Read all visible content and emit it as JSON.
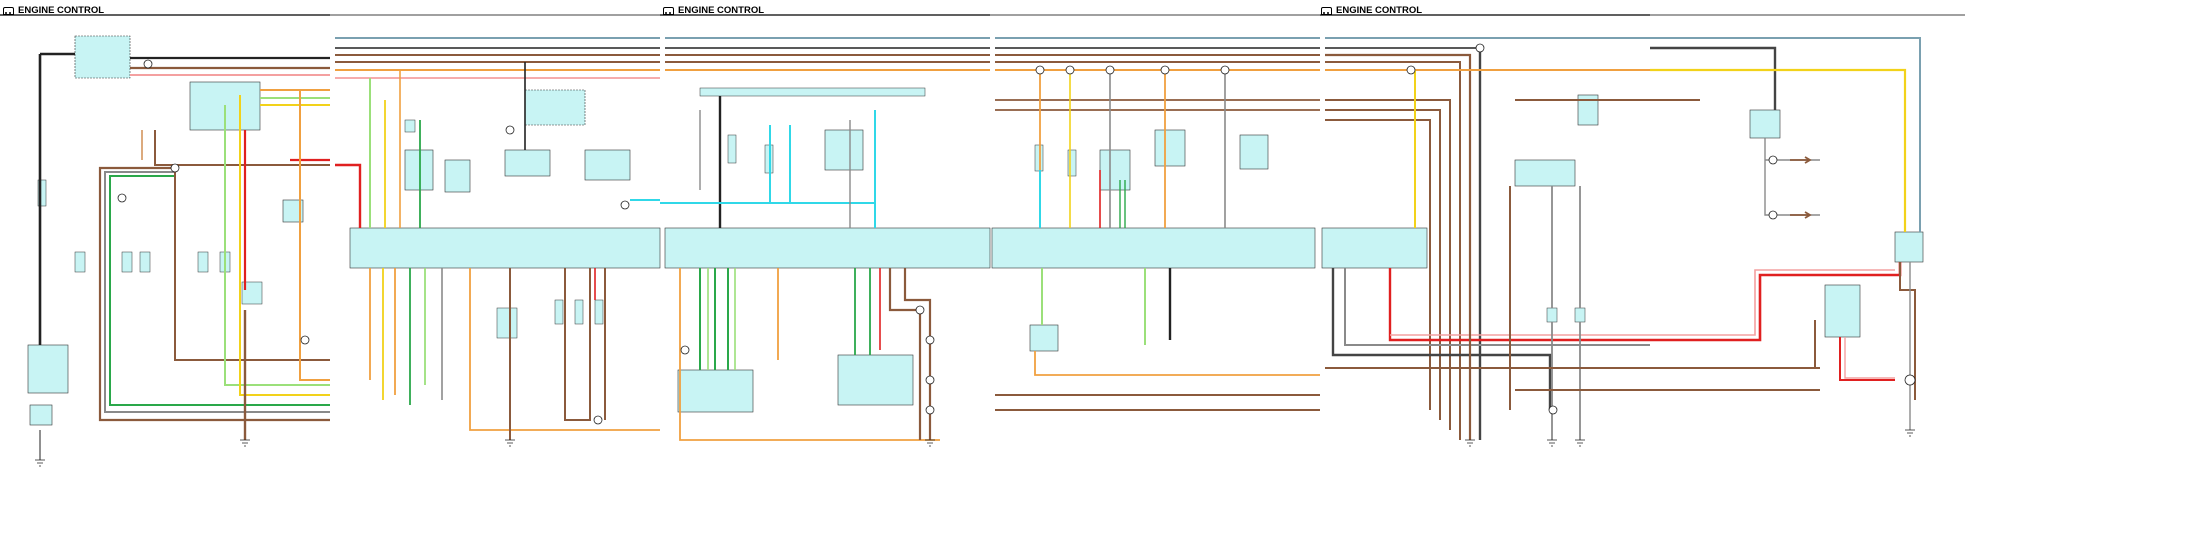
{
  "headers": [
    {
      "title": "ENGINE CONTROL"
    },
    {
      "title": "ENGINE CONTROL"
    },
    {
      "title": "ENGINE CONTROL"
    }
  ],
  "colors": {
    "module_fill": "#c8f4f4",
    "wire_black": "#222222",
    "wire_brown": "#8b5a3c",
    "wire_gray": "#8a8a8a",
    "wire_green": "#2aa84a",
    "wire_light_green": "#9be07a",
    "wire_yellow": "#f2d21a",
    "wire_orange": "#f0a040",
    "wire_red": "#e02020",
    "wire_pink": "#f4a0a0",
    "wire_cyan": "#30d8e8",
    "wire_tan": "#d8a070",
    "wire_blue_gray": "#7aa0b0"
  },
  "icons": [
    "engine-icon"
  ]
}
